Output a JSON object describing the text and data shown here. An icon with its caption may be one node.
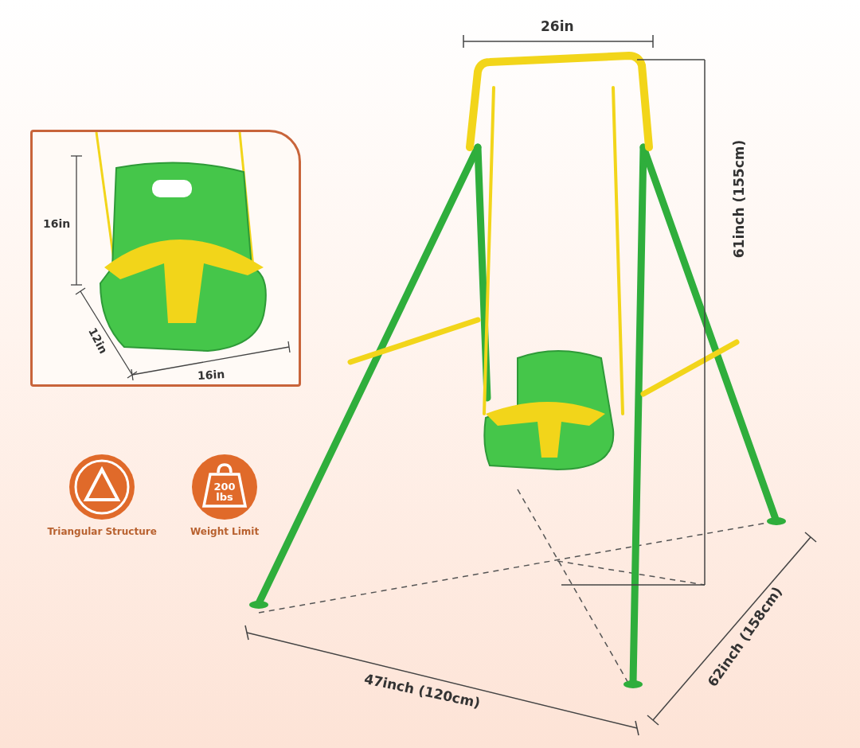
{
  "diagram": {
    "nodes": [
      {
        "text": [
          "16in",
          "12in",
          "16in"
        ]
      }
    ],
    "labels": [
      "26in",
      "61inch (155cm)",
      "200 lbs",
      "Triangular Structure",
      "Weight Limit",
      "47inch (120cm)",
      "62inch (158cm)"
    ]
  }
}
